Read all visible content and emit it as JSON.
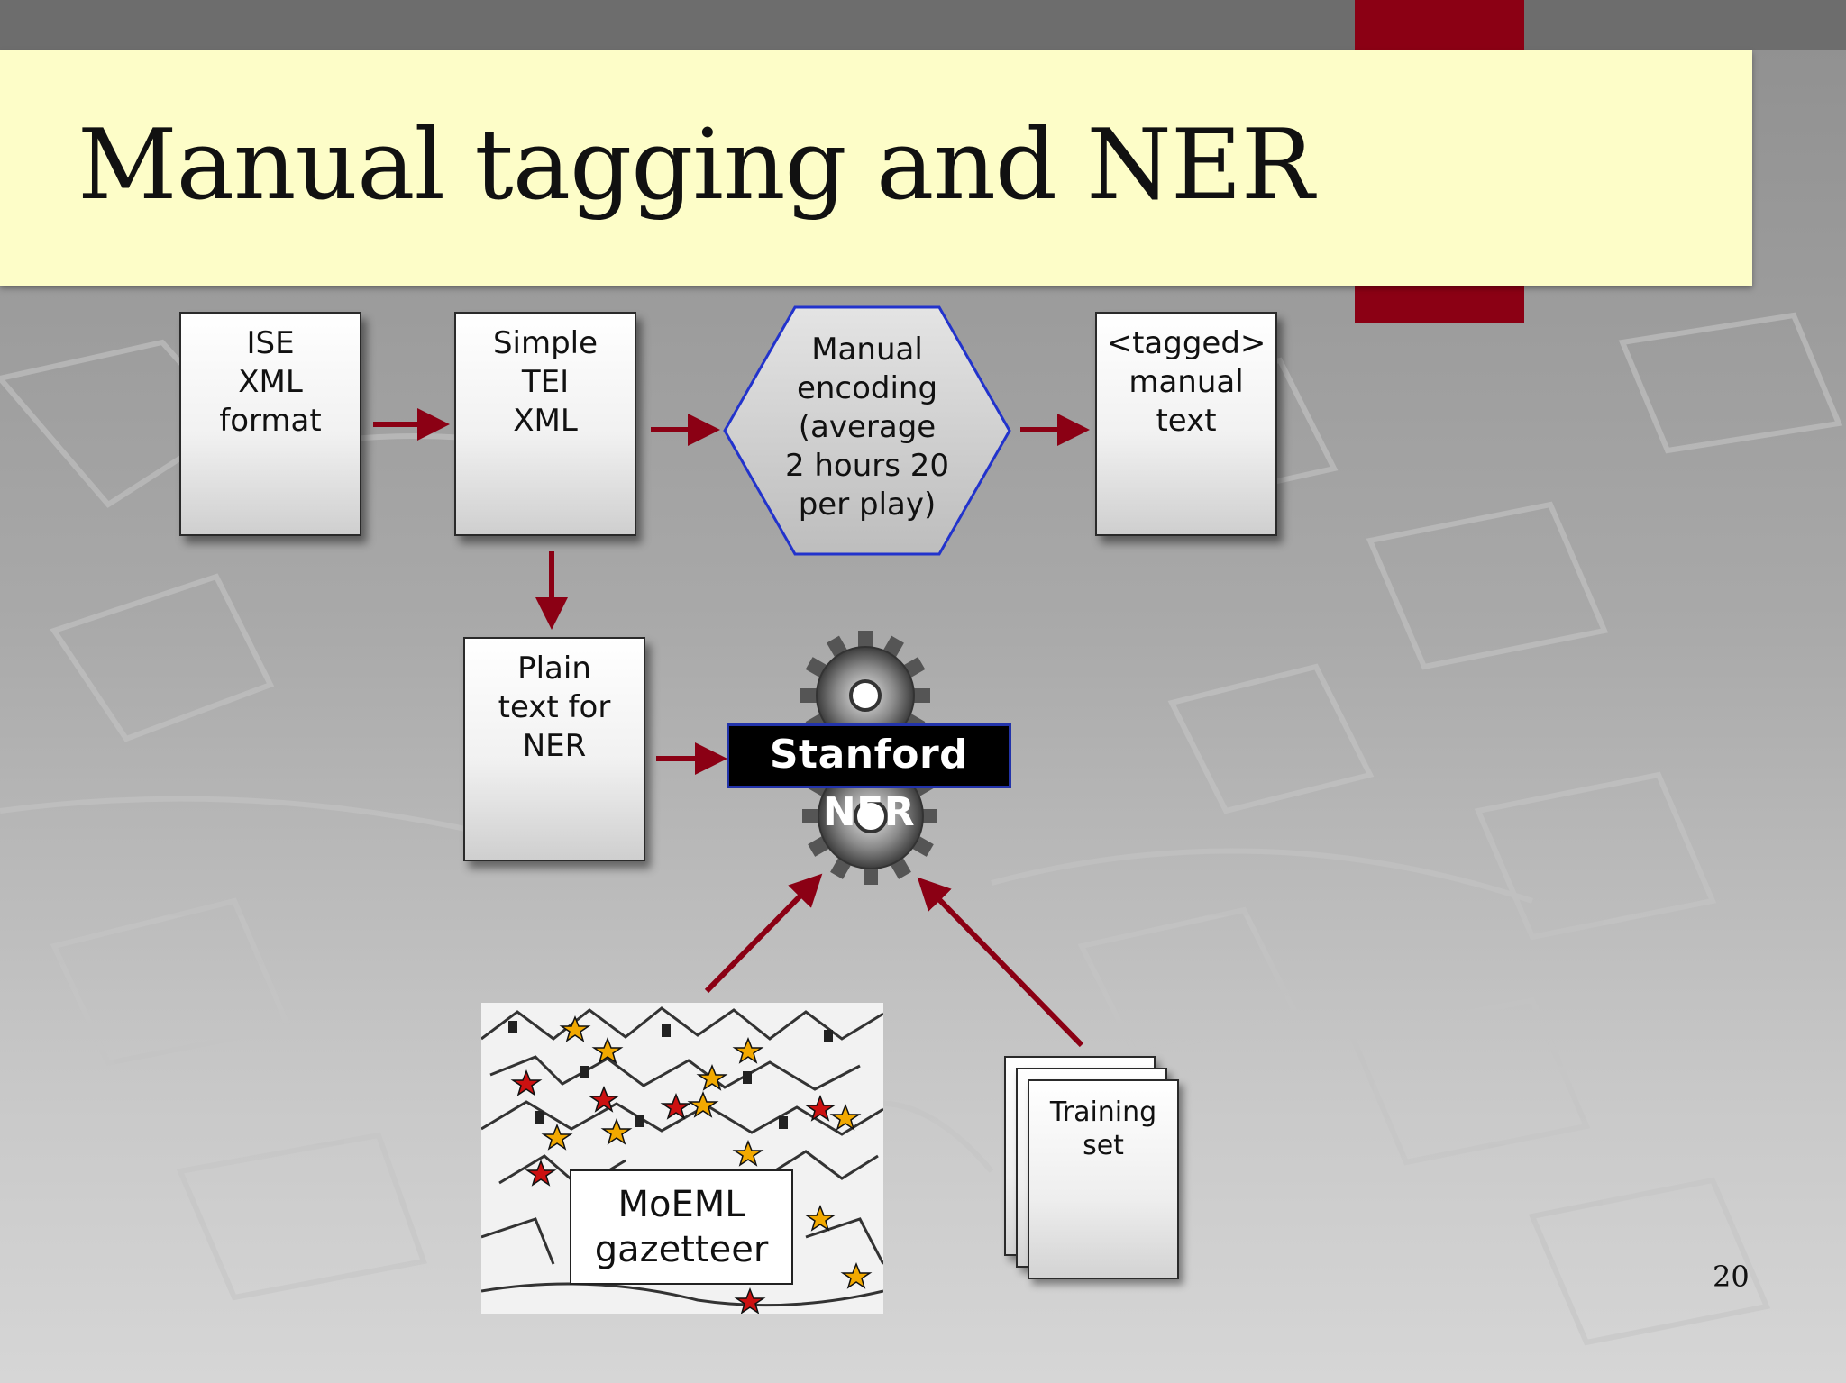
{
  "slide": {
    "title": "Manual tagging and NER",
    "page_number": "20"
  },
  "nodes": {
    "ise_xml": "ISE\nXML\nformat",
    "simple_tei": "Simple\nTEI\nXML",
    "manual_encoding": "Manual\nencoding\n(average\n2 hours 20\nper play)",
    "tagged_text": "<tagged>\nmanual\ntext",
    "plain_text": "Plain\ntext for\nNER",
    "stanford_ner": "Stanford NER",
    "gazetteer": "MoEML\ngazetteer",
    "training_set": "Training\nset"
  },
  "colors": {
    "arrow": "#8b0014",
    "title_bar": "#fdfdc8",
    "accent_block": "#8b0014",
    "hex_border": "#2233cc"
  }
}
